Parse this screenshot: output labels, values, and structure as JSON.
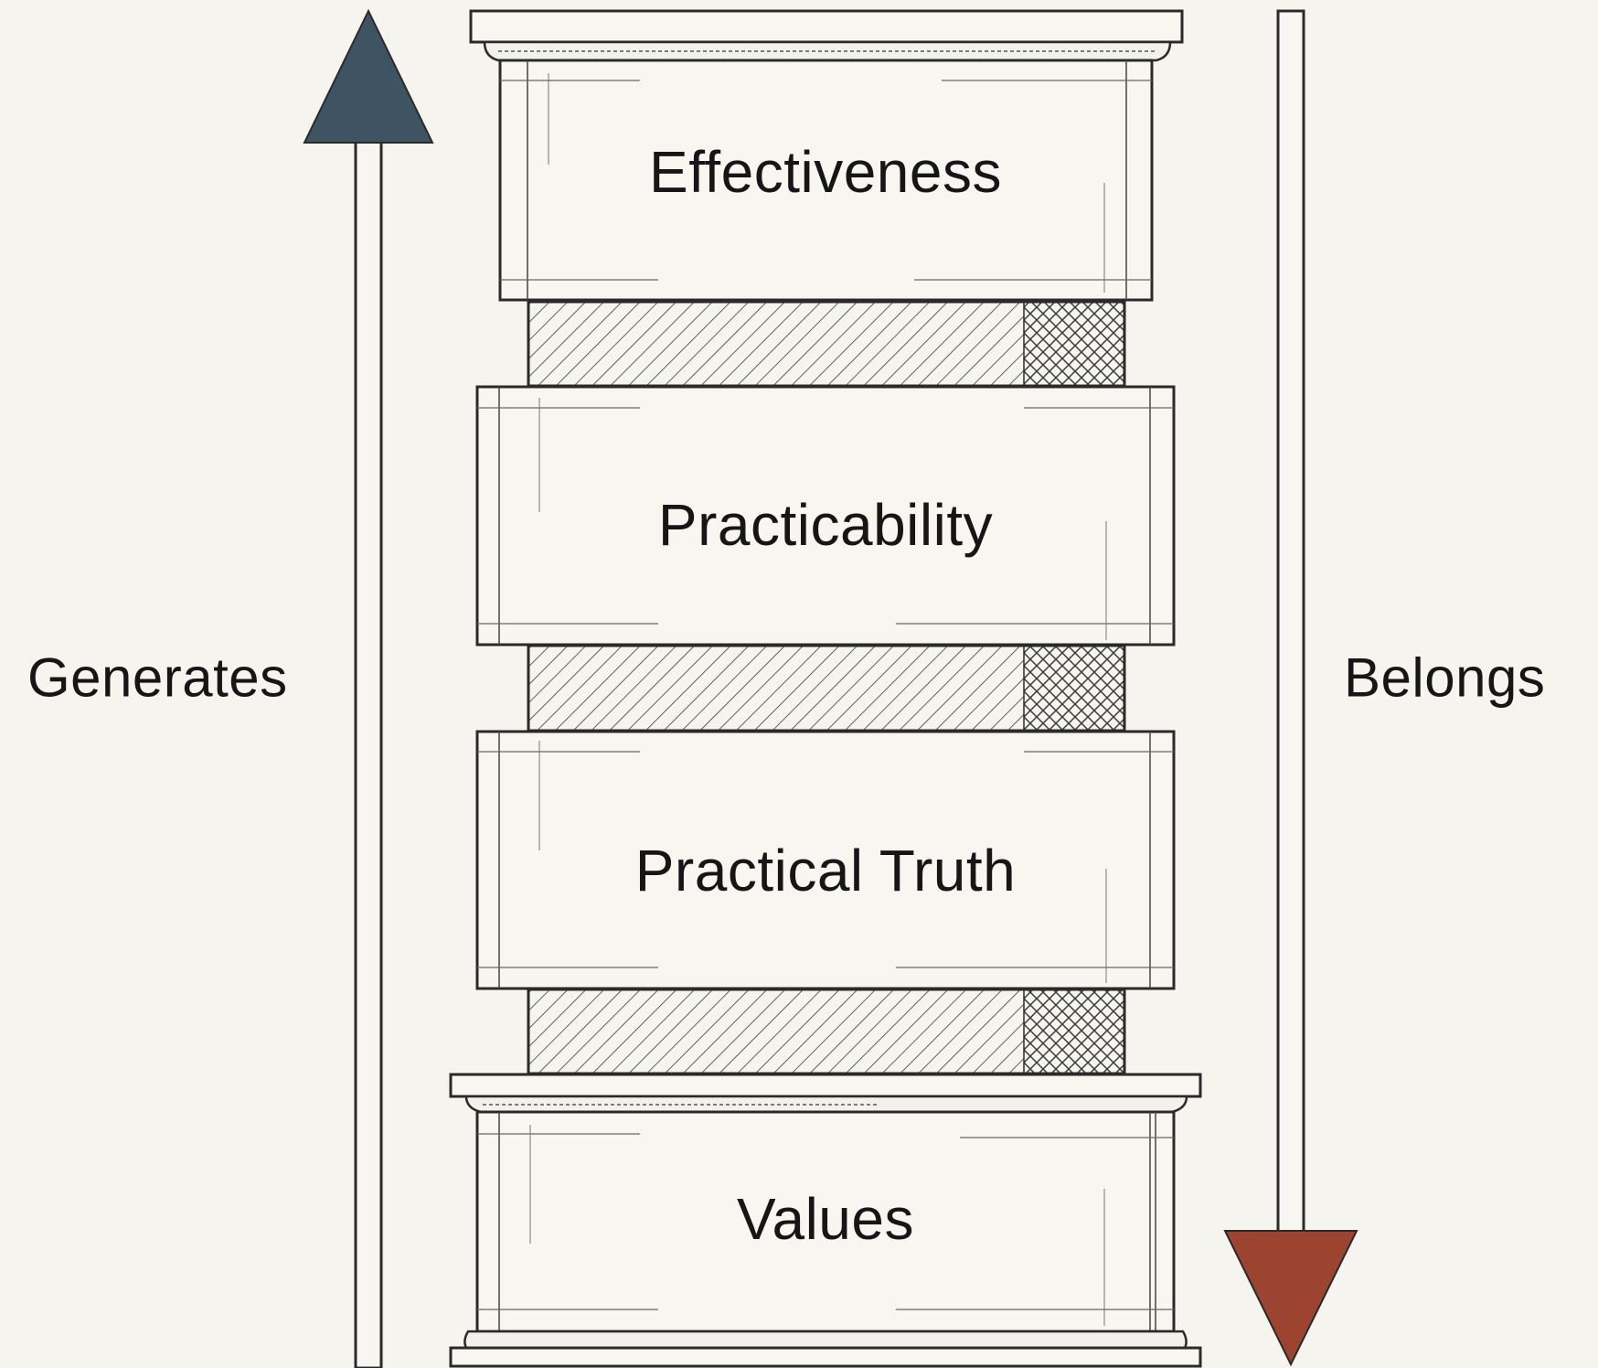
{
  "diagram": {
    "left_arrow": {
      "label": "Generates",
      "direction": "up",
      "color": "#3e5462"
    },
    "right_arrow": {
      "label": "Belongs",
      "direction": "down",
      "color": "#9c4430"
    },
    "blocks": [
      {
        "label": "Effectiveness"
      },
      {
        "label": "Practicability"
      },
      {
        "label": "Practical Truth"
      },
      {
        "label": "Values"
      }
    ],
    "colors": {
      "background": "#f5f4ef",
      "block_fill": "#f7f6f1",
      "line": "#2a2a2a"
    }
  }
}
